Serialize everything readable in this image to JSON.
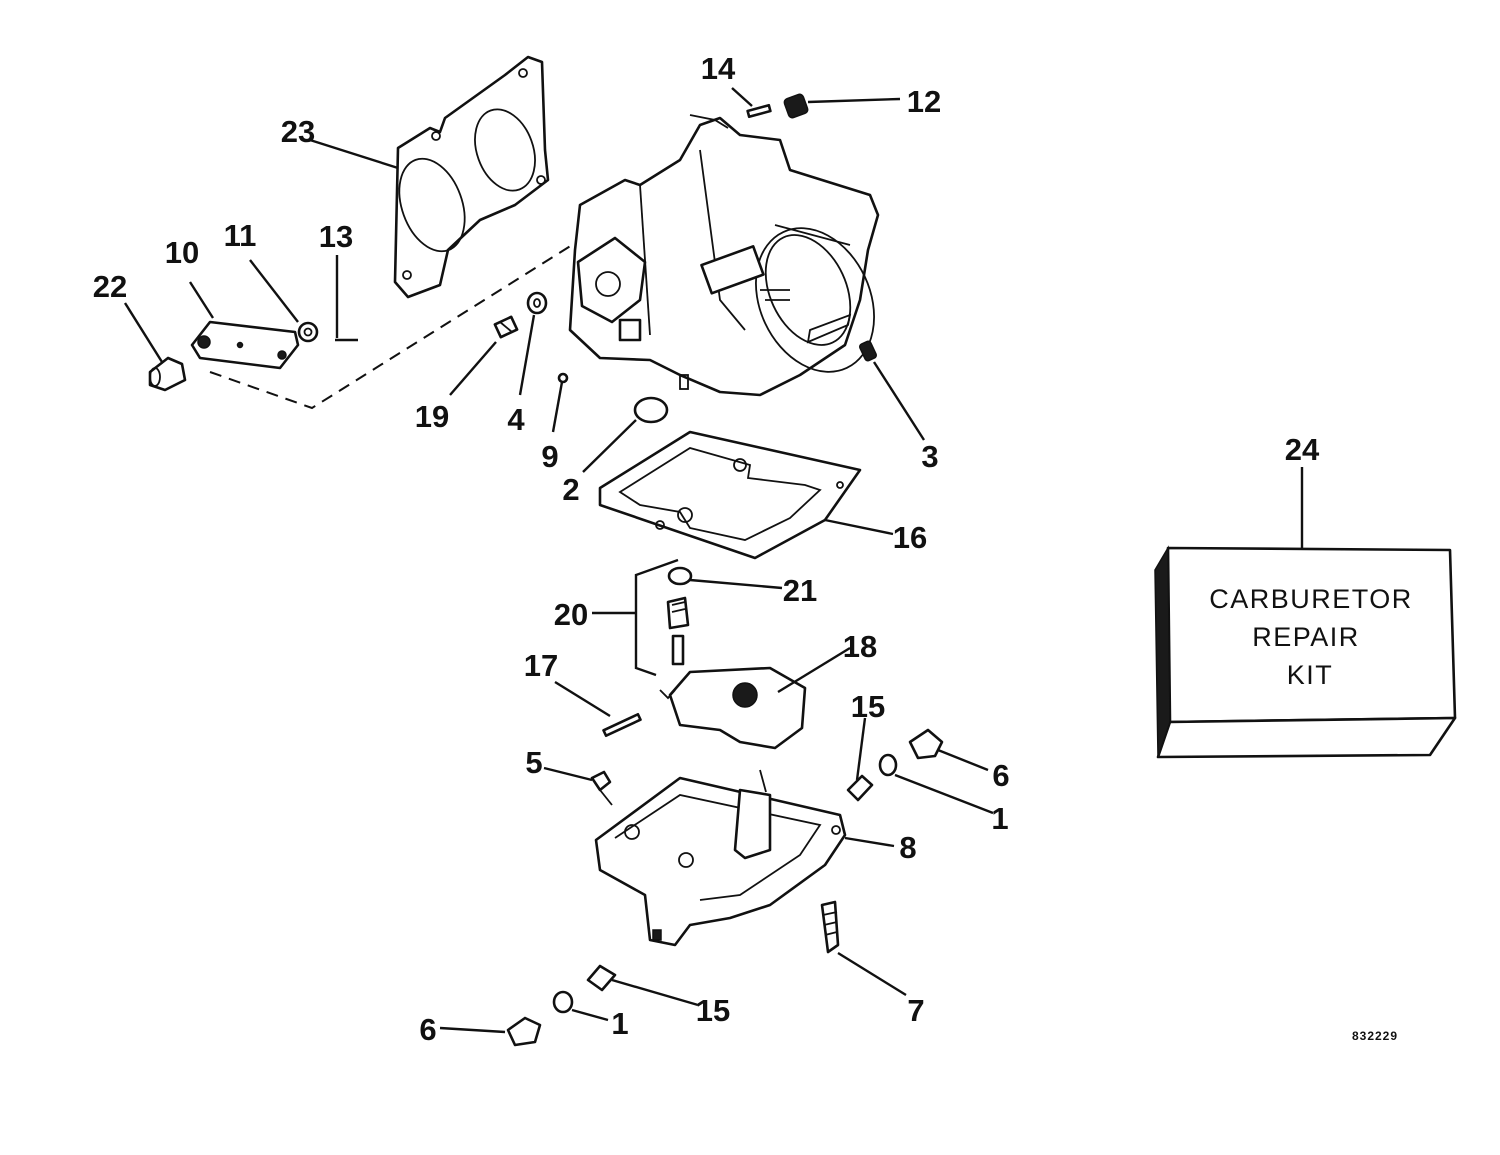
{
  "callouts": {
    "c1a": "1",
    "c1b": "1",
    "c2": "2",
    "c3": "3",
    "c4": "4",
    "c5": "5",
    "c6a": "6",
    "c6b": "6",
    "c7": "7",
    "c8": "8",
    "c9": "9",
    "c10": "10",
    "c11": "11",
    "c12": "12",
    "c13": "13",
    "c14": "14",
    "c15a": "15",
    "c15b": "15",
    "c16": "16",
    "c17": "17",
    "c18": "18",
    "c19": "19",
    "c20": "20",
    "c21": "21",
    "c22": "22",
    "c23": "23",
    "c24": "24"
  },
  "kit_label": {
    "line1": "CARBURETOR",
    "line2": "REPAIR",
    "line3": "KIT"
  },
  "reference_number": "832229"
}
